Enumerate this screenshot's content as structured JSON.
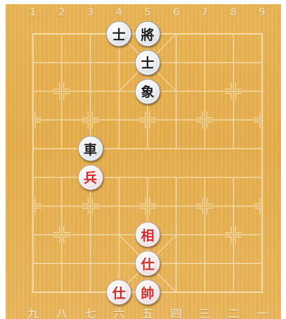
{
  "board": {
    "top_coordinates": [
      "1",
      "2",
      "3",
      "4",
      "5",
      "6",
      "7",
      "8",
      "9"
    ],
    "bottom_coordinates": [
      "九",
      "八",
      "七",
      "六",
      "五",
      "四",
      "三",
      "二",
      "一"
    ],
    "colors": {
      "board": "#e6ad4a",
      "lines": "#f3dcaa",
      "red_piece_text": "#d8282a",
      "black_piece_text": "#1c1c1c"
    }
  },
  "pieces": [
    {
      "label": "士",
      "side": "black",
      "name": "advisor",
      "file": 4,
      "rank": 0
    },
    {
      "label": "將",
      "side": "black",
      "name": "general",
      "file": 5,
      "rank": 0
    },
    {
      "label": "士",
      "side": "black",
      "name": "advisor",
      "file": 5,
      "rank": 1
    },
    {
      "label": "象",
      "side": "black",
      "name": "elephant",
      "file": 5,
      "rank": 2
    },
    {
      "label": "車",
      "side": "black",
      "name": "chariot",
      "file": 3,
      "rank": 4
    },
    {
      "label": "兵",
      "side": "red",
      "name": "soldier",
      "file": 3,
      "rank": 5
    },
    {
      "label": "相",
      "side": "red",
      "name": "elephant",
      "file": 5,
      "rank": 7
    },
    {
      "label": "仕",
      "side": "red",
      "name": "advisor",
      "file": 5,
      "rank": 8
    },
    {
      "label": "仕",
      "side": "red",
      "name": "advisor",
      "file": 4,
      "rank": 9
    },
    {
      "label": "帥",
      "side": "red",
      "name": "general",
      "file": 5,
      "rank": 9
    }
  ]
}
